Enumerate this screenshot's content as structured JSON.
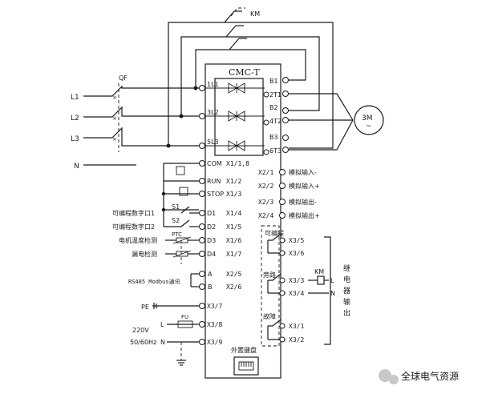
{
  "km_label": "KM",
  "qf_label": "QF",
  "controller_title": "CMC-T",
  "lines": [
    "L1",
    "L2",
    "L3",
    "N"
  ],
  "input_terminals": [
    "1L1",
    "3L2",
    "5L3"
  ],
  "bypass_terminals": [
    "B1",
    "B2",
    "B3"
  ],
  "output_terminals": [
    "2T1",
    "4T2",
    "6T3"
  ],
  "motor_label": "3M",
  "motor_symbol": "~",
  "control_terminals": [
    {
      "name": "COM",
      "code": "X1/1,8"
    },
    {
      "name": "RUN",
      "code": "X1/2"
    },
    {
      "name": "STOP",
      "code": "X1/3"
    },
    {
      "name": "D1",
      "code": "X1/4",
      "label": "可编程数字口1"
    },
    {
      "name": "D2",
      "code": "X1/5",
      "label": "可编程数字口2"
    },
    {
      "name": "D3",
      "code": "X1/6",
      "label": "电机温度检测"
    },
    {
      "name": "D4",
      "code": "X1/7",
      "label": "漏电检测"
    }
  ],
  "switch_labels": {
    "s1": "S1",
    "s2": "S2",
    "ptc": "PTC"
  },
  "rs485": {
    "label": "RS485 Modbus通讯",
    "a": "A",
    "b": "B",
    "a_code": "X2/5",
    "b_code": "X2/6"
  },
  "analog": [
    {
      "code": "X2/1",
      "label": "模拟输入-"
    },
    {
      "code": "X2/2",
      "label": "模拟输入+"
    },
    {
      "code": "X2/3",
      "label": "模拟输出-"
    },
    {
      "code": "X2/4",
      "label": "模拟输出+"
    }
  ],
  "relays": [
    {
      "name": "可编程",
      "codes": [
        "X3/5",
        "X3/6"
      ]
    },
    {
      "name": "旁路",
      "codes": [
        "X3/3",
        "X3/4"
      ]
    },
    {
      "name": "故障",
      "codes": [
        "X3/1",
        "X3/2"
      ]
    }
  ],
  "relay_coil": {
    "label": "KM",
    "l": "L",
    "n": "N"
  },
  "relay_group_label": [
    "继",
    "电",
    "器",
    "输",
    "出"
  ],
  "power": {
    "pe": "PE",
    "l": "L",
    "n": "N",
    "fuse": "FU",
    "voltage": "220V",
    "freq": "50/60Hz",
    "codes": [
      "X3/7",
      "X3/8",
      "X3/9"
    ]
  },
  "keyboard_label": "外置键盘",
  "watermark": "全球电气资源"
}
